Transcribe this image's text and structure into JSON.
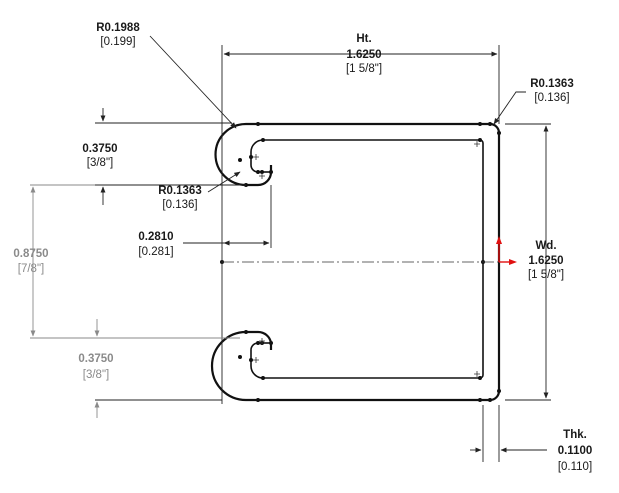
{
  "dimensions": {
    "outer_radius_top": {
      "value": "R0.1988",
      "alt": "[0.199]"
    },
    "height": {
      "label": "Ht.",
      "value": "1.6250",
      "alt": "[1 5/8\"]"
    },
    "right_radius": {
      "value": "R0.1363",
      "alt": "[0.136]"
    },
    "top_curl": {
      "value": "0.3750",
      "alt": "[3/8\"]"
    },
    "inner_radius": {
      "value": "R0.1363",
      "alt": "[0.136]"
    },
    "lip_depth": {
      "value": "0.2810",
      "alt": "[0.281]"
    },
    "opening": {
      "value": "0.8750",
      "alt": "[7/8\"]"
    },
    "width": {
      "label": "Wd.",
      "value": "1.6250",
      "alt": "[1 5/8\"]"
    },
    "bottom_curl": {
      "value": "0.3750",
      "alt": "[3/8\"]"
    },
    "thickness": {
      "label": "Thk.",
      "value": "0.1100",
      "alt": "[0.110]"
    }
  },
  "colors": {
    "linework": "#111111",
    "dimension_dark": "#1a1a1a",
    "dimension_gray": "#8a8a8a",
    "origin_marker": "#e01010"
  }
}
